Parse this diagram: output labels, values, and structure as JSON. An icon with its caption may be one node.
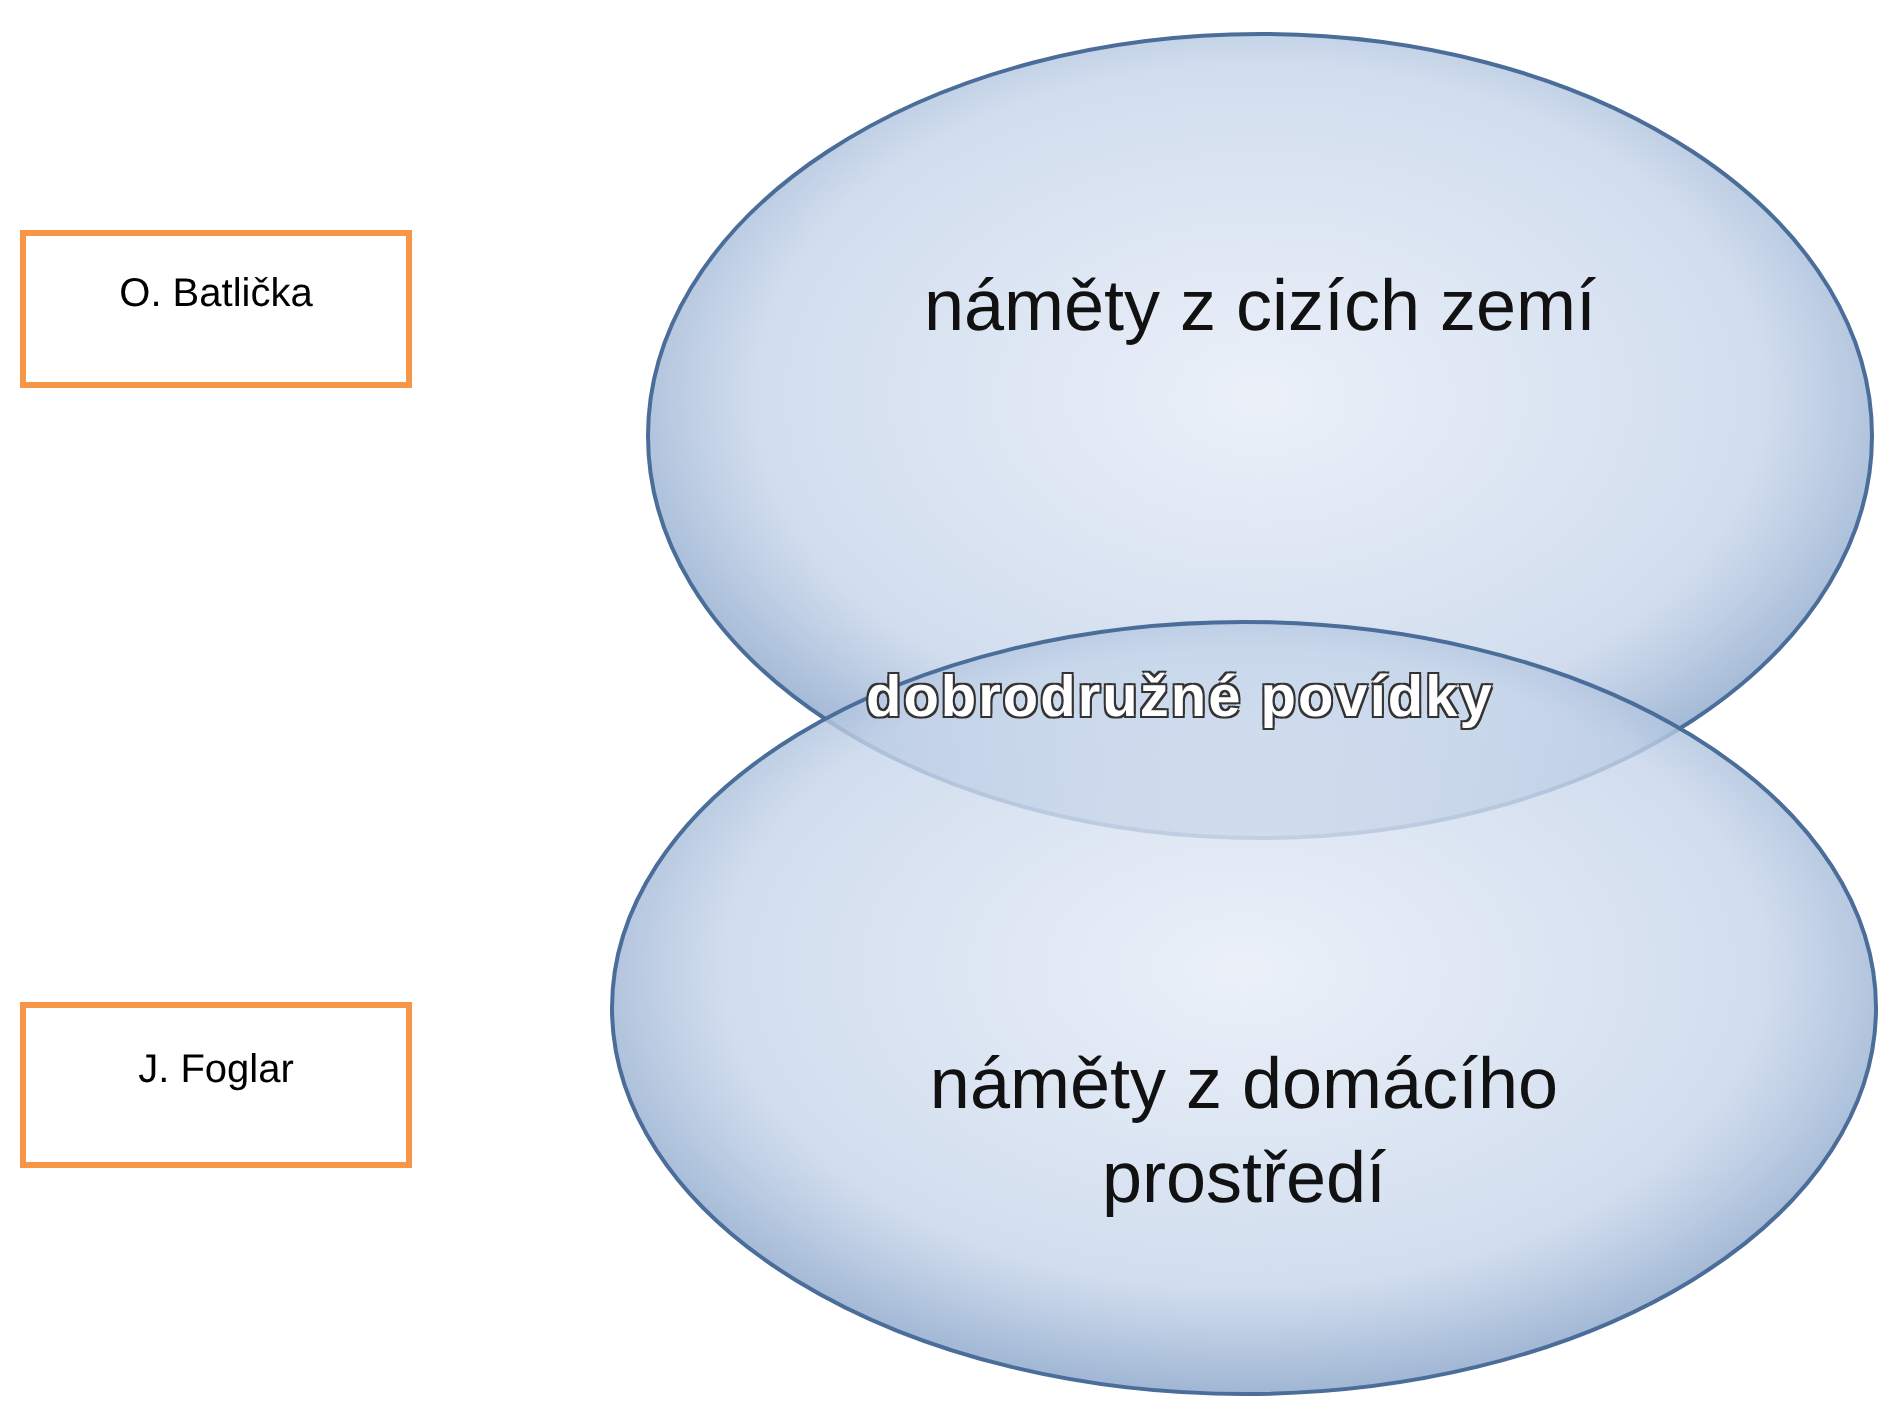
{
  "diagram": {
    "nodes": [
      {
        "text": [
          "O. Batlička"
        ]
      },
      {
        "text": [
          "náměty z cizích zemí"
        ]
      },
      {
        "text": [
          "J. Foglar"
        ]
      },
      {
        "text": [
          "náměty z domácího prostředí"
        ]
      }
    ],
    "labels": [
      "dobrodružné povídky"
    ]
  }
}
